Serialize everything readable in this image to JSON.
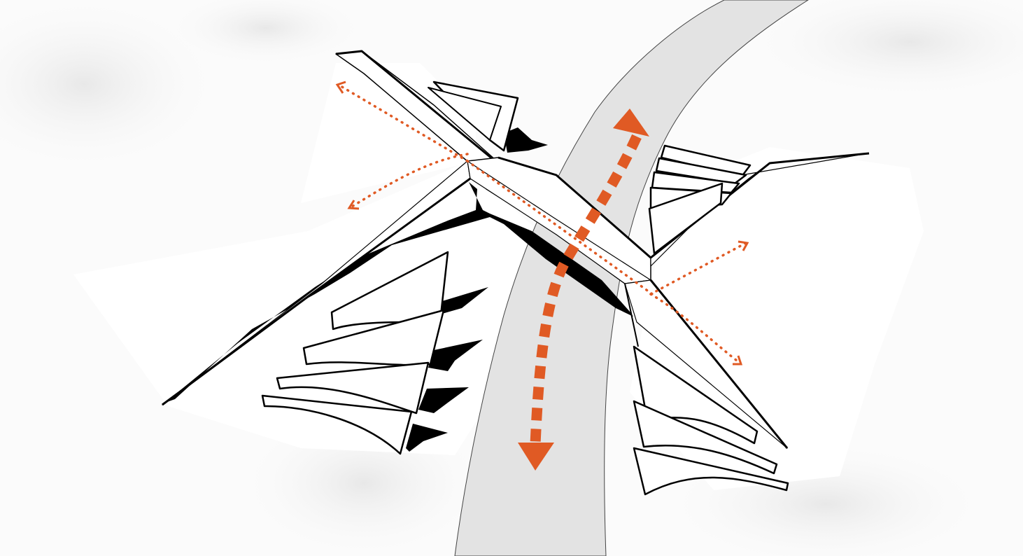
{
  "diagram": {
    "colors": {
      "background": "#ffffff",
      "ground_haze": "#f2f2f2",
      "river": "#e3e3e3",
      "outline": "#000000",
      "shadow": "#000000",
      "arrow": "#e05a24"
    },
    "elements": {
      "river": "river-channel",
      "bridge": "bridge-deck",
      "west_bank_building": "west-wing",
      "east_bank_building": "east-wing",
      "sawtooth_fins": "fin-panels",
      "river_flow_arrow": "double-headed-dashed-arrow",
      "view_arrows": "dotted-sightline-arrows"
    }
  }
}
